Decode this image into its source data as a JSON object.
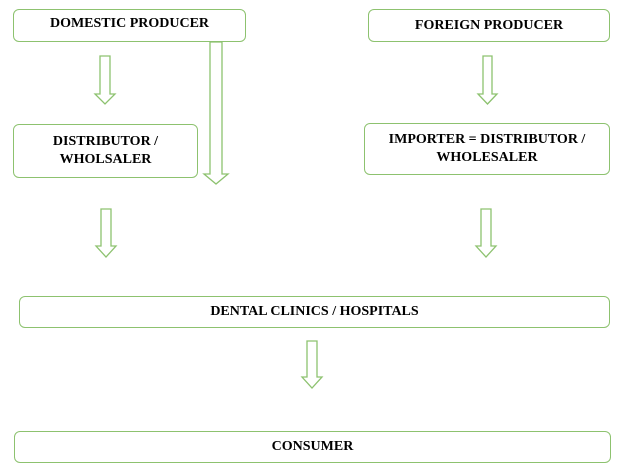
{
  "colors": {
    "border": "#8dc26f",
    "arrow": "#8dc26f",
    "text": "#000000"
  },
  "nodes": {
    "domestic_producer": "DOMESTIC PRODUCER",
    "foreign_producer": "FOREIGN PRODUCER",
    "distributor_wholesaler": "DISTRIBUTOR / WHOLSALER",
    "importer_distributor": "IMPORTER = DISTRIBUTOR / WHOLESALER",
    "dental_clinics": "DENTAL CLINICS / HOSPITALS",
    "consumer": "CONSUMER"
  },
  "edges": [
    {
      "from": "domestic_producer",
      "to": "distributor_wholesaler"
    },
    {
      "from": "domestic_producer",
      "to": "dental_clinics"
    },
    {
      "from": "foreign_producer",
      "to": "importer_distributor"
    },
    {
      "from": "distributor_wholesaler",
      "to": "dental_clinics"
    },
    {
      "from": "importer_distributor",
      "to": "dental_clinics"
    },
    {
      "from": "dental_clinics",
      "to": "consumer"
    }
  ]
}
